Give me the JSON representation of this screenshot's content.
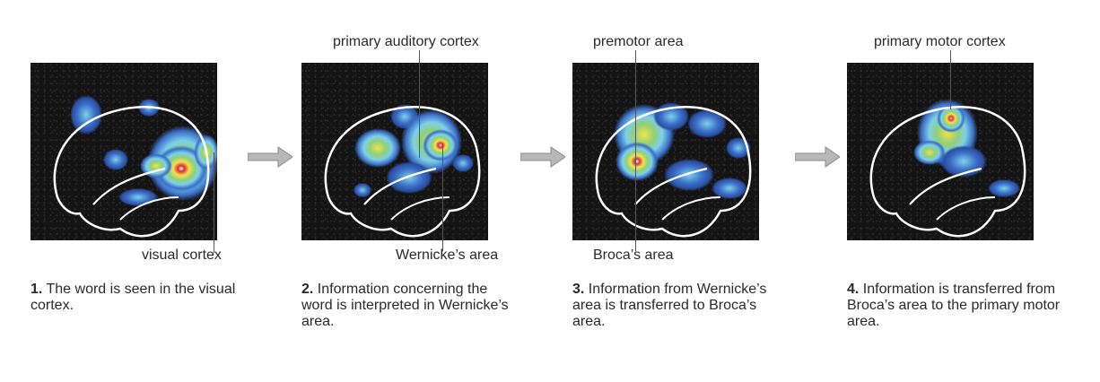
{
  "panels": [
    {
      "top_label": "",
      "bottom_label": "visual cortex",
      "caption_number": "1.",
      "caption_text": "The word is seen in the visual cortex."
    },
    {
      "top_label": "primary auditory cortex",
      "bottom_label": "Wernicke’s area",
      "caption_number": "2.",
      "caption_text": "Information concerning the word is interpreted in Wernicke’s area."
    },
    {
      "top_label": "premotor area",
      "bottom_label": "Broca’s area",
      "caption_number": "3.",
      "caption_text": "Information from Wernicke’s area is transferred to Broca’s area."
    },
    {
      "top_label": "primary motor cortex",
      "bottom_label": "",
      "caption_number": "4.",
      "caption_text": "Information is transferred from Broca’s area to the primary motor area."
    }
  ],
  "colors": {
    "background": "#ffffff",
    "scan_background": "#141414",
    "brain_outline": "#ffffff",
    "activity_low": "#3a6fc8",
    "activity_mid": "#7ed0e8",
    "activity_high": "#f2e24a",
    "activity_peak": "#e0283a",
    "arrow": "#b8b8b8"
  }
}
